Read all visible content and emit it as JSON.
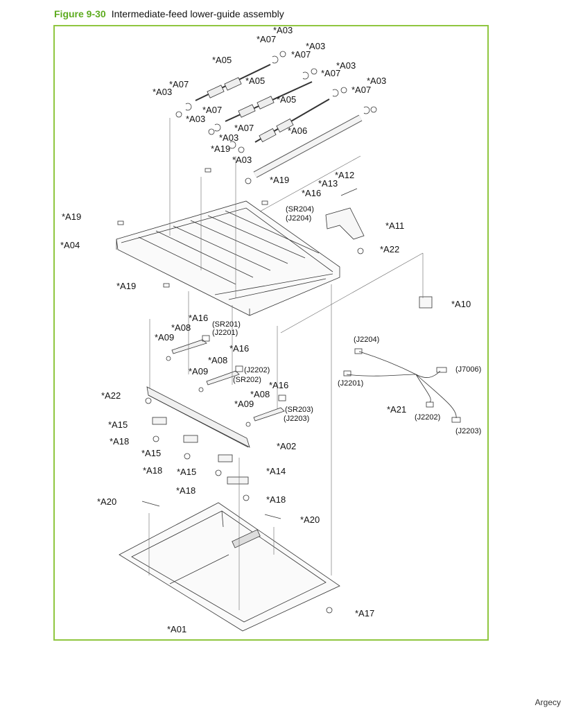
{
  "figure": {
    "number": "Figure 9-30",
    "title": "Intermediate-feed lower-guide assembly"
  },
  "footer": {
    "brand": "Argecy"
  },
  "callouts": [
    "*A03",
    "*A07",
    "*A07",
    "*A03",
    "*A05",
    "*A07",
    "*A03",
    "*A05",
    "*A07",
    "*A03",
    "*A03",
    "*A07",
    "*A07",
    "*A03",
    "*A05",
    "*A07",
    "*A06",
    "*A03",
    "*A19",
    "*A03",
    "*A19",
    "*A16",
    "*A13",
    "*A12",
    "*A19",
    "*A04",
    "*A11",
    "*A22",
    "*A10",
    "*A19",
    "*A16",
    "*A08",
    "*A09",
    "*A16",
    "*A08",
    "*A09",
    "*A16",
    "*A08",
    "*A09",
    "*A22",
    "*A15",
    "*A18",
    "*A15",
    "*A18",
    "*A15",
    "*A18",
    "*A02",
    "*A14",
    "*A18",
    "*A20",
    "*A20",
    "*A21",
    "*A17",
    "*A01"
  ],
  "connectors": [
    "(SR204)",
    "(J2204)",
    "(SR201)",
    "(J2201)",
    "(J2202)",
    "(SR202)",
    "(SR203)",
    "(J2203)",
    "(J2204)",
    "(J7006)",
    "(J2201)",
    "(J2202)",
    "(J2203)"
  ]
}
